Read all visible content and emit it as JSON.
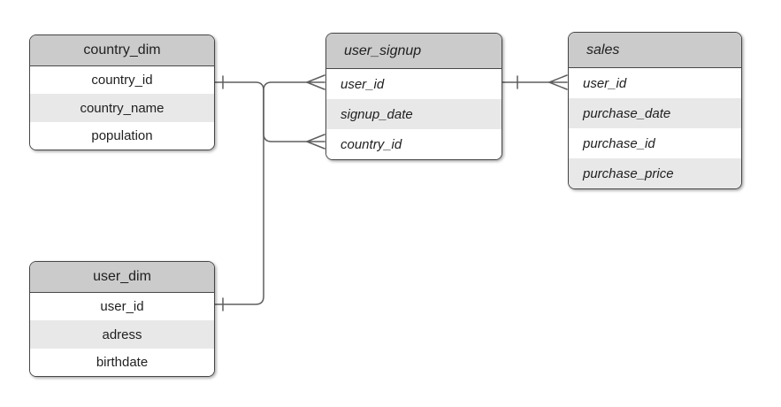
{
  "diagram": {
    "type": "entity-relationship-diagram",
    "notation": "crows-foot",
    "colors": {
      "background": "#ffffff",
      "header_fill": "#cbcbcb",
      "row_fill": "#ffffff",
      "row_alt_fill": "#e8e8e8",
      "border": "#474747",
      "connector": "#5e5e5e",
      "text": "#1f1f1f"
    },
    "tables": [
      {
        "id": "country_dim",
        "name": "country_dim",
        "text_style": "plain",
        "columns": [
          "country_id",
          "country_name",
          "population"
        ]
      },
      {
        "id": "user_signup",
        "name": "user_signup",
        "text_style": "italic",
        "columns": [
          "user_id",
          "signup_date",
          "country_id"
        ]
      },
      {
        "id": "sales",
        "name": "sales",
        "text_style": "italic",
        "columns": [
          "user_id",
          "purchase_date",
          "purchase_id",
          "purchase_price"
        ]
      },
      {
        "id": "user_dim",
        "name": "user_dim",
        "text_style": "plain",
        "columns": [
          "user_id",
          "adress",
          "birthdate"
        ]
      }
    ],
    "relationships": [
      {
        "from": "country_dim.country_id",
        "to": "user_signup.country_id",
        "from_cardinality": "one",
        "to_cardinality": "many"
      },
      {
        "from": "user_dim.user_id",
        "to": "user_signup.user_id",
        "from_cardinality": "one",
        "to_cardinality": "many"
      },
      {
        "from": "user_signup.user_id",
        "to": "sales.user_id",
        "from_cardinality": "one",
        "to_cardinality": "many"
      }
    ]
  }
}
